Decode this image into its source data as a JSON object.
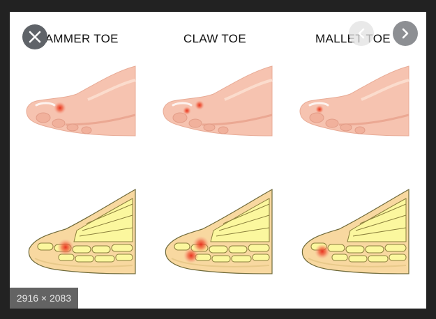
{
  "image": {
    "titles": [
      "HAMMER TOE",
      "CLAW TOE",
      "MALLET TOE"
    ],
    "dimensions_label": "2916 × 2083"
  },
  "controls": {
    "close_icon": "close-icon",
    "prev_icon": "chevron-left-icon",
    "next_icon": "chevron-right-icon"
  },
  "colors": {
    "skin": "#f6c3b0",
    "skin_shade": "#eba893",
    "bone": "#fbf79e",
    "bone_outline": "#8a7f3c",
    "flesh": "#f8d8a0",
    "pain": "#e8321e"
  }
}
